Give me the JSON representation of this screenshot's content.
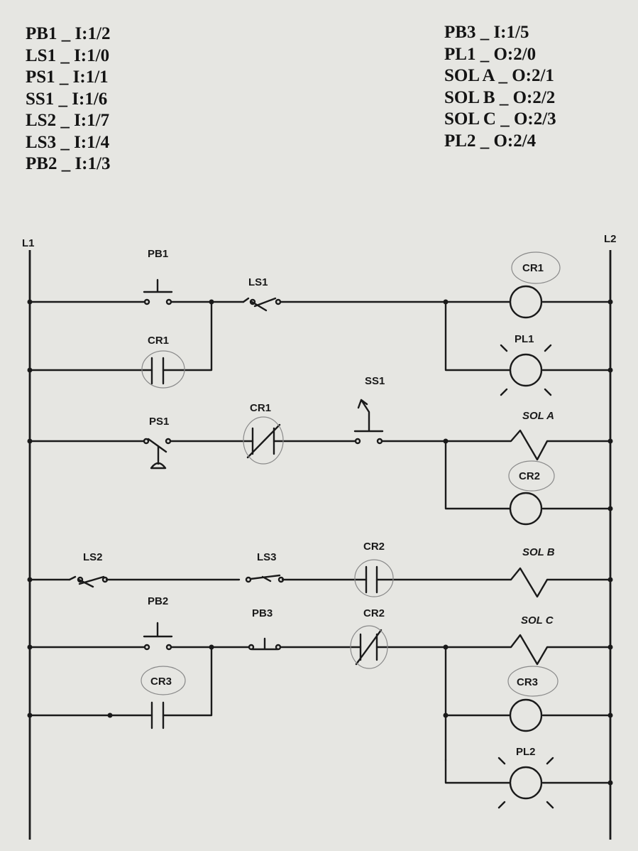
{
  "io_table": {
    "inputs": [
      "PB1 _ I:1/2",
      "LS1 _ I:1/0",
      "PS1 _ I:1/1",
      "SS1 _ I:1/6",
      "LS2 _ I:1/7",
      "LS3 _ I:1/4",
      "PB2 _ I:1/3"
    ],
    "outputs": [
      "PB3 _ I:1/5",
      "PL1 _ O:2/0",
      "SOL A _ O:2/1",
      "SOL B _ O:2/2",
      "SOL C _ O:2/3",
      "PL2 _ O:2/4"
    ]
  },
  "rails": {
    "left": "L1",
    "right": "L2"
  },
  "labels": {
    "pb1": "PB1",
    "ls1": "LS1",
    "cr1_coil": "CR1",
    "cr1_contact_a": "CR1",
    "pl1": "PL1",
    "ss1": "SS1",
    "ps1": "PS1",
    "cr1_contact_b": "CR1",
    "sol_a": "SOL A",
    "cr2_coil": "CR2",
    "ls2": "LS2",
    "ls3": "LS3",
    "cr2_contact_a": "CR2",
    "sol_b": "SOL B",
    "pb2": "PB2",
    "pb3": "PB3",
    "cr2_contact_b": "CR2",
    "sol_c": "SOL C",
    "cr3_contact": "CR3",
    "cr3_coil": "CR3",
    "pl2": "PL2"
  }
}
